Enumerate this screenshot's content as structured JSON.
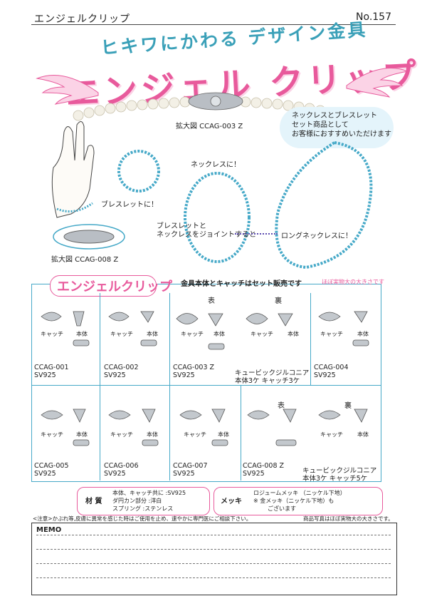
{
  "header": {
    "title": "エンジェルクリップ",
    "number": "No.157"
  },
  "hero": {
    "subtitle": "ヒキワにかわる デザイン金具",
    "title": "エンジェル クリップ",
    "zoom_003": "拡大図 CCAG-003 Z",
    "zoom_008": "拡大図 CCAG-008 Z",
    "cloud_lines": [
      "ネックレスとブレスレット",
      "セット商品として",
      "お客様におすすめいただけます"
    ],
    "bracelet": "ブレスレットに！",
    "necklace": "ネックレスに！",
    "joint_lines": [
      "ブレスレットと",
      "ネックレスをジョイントすると"
    ],
    "long": "ロングネックレスに！"
  },
  "catalog": {
    "badge": "エンジェルクリップ",
    "set_note": "金具本体とキャッチはセット販売です",
    "size_note": "ほぼ実物大の大きさです",
    "catch_label": "キャッチ",
    "body_label": "本体",
    "front": "表",
    "back": "裏",
    "items": [
      {
        "code": "CCAG-001",
        "metal": "SV925"
      },
      {
        "code": "CCAG-002",
        "metal": "SV925"
      },
      {
        "code": "CCAG-003 Z",
        "metal": "SV925",
        "note1": "キュービックジルコニア",
        "note2": "本体3ケ キャッチ3ケ"
      },
      {
        "code": "CCAG-004",
        "metal": "SV925"
      },
      {
        "code": "CCAG-005",
        "metal": "SV925"
      },
      {
        "code": "CCAG-006",
        "metal": "SV925"
      },
      {
        "code": "CCAG-007",
        "metal": "SV925"
      },
      {
        "code": "CCAG-008 Z",
        "metal": "SV925",
        "note1": "キュービックジルコニア",
        "note2": "本体3ケ キャッチ5ケ"
      }
    ]
  },
  "material": {
    "label": "材 質",
    "rows": [
      {
        "k": "本体、キャッチ共に",
        "v": ":SV925"
      },
      {
        "k": "ダ円カン部分",
        "v": ":洋白"
      },
      {
        "k": "スプリング",
        "v": ":ステンレス"
      }
    ]
  },
  "plating": {
    "label": "メッキ",
    "line1": "ロジュームメッキ （ニッケル下地）",
    "line2": "※ 金メッキ（ニッケル下地）も",
    "line3": "ございます"
  },
  "caution": "<注意>かぶれ等,皮膚に異常を感じた時はご使用を止め、速やかに専門医にご相談下さい。",
  "photo_note": "商品写真はほぼ実物大の大きさです。",
  "memo": {
    "title": "MEMO"
  },
  "colors": {
    "accent_pink": "#e85a9c",
    "accent_blue": "#46a9c8"
  }
}
